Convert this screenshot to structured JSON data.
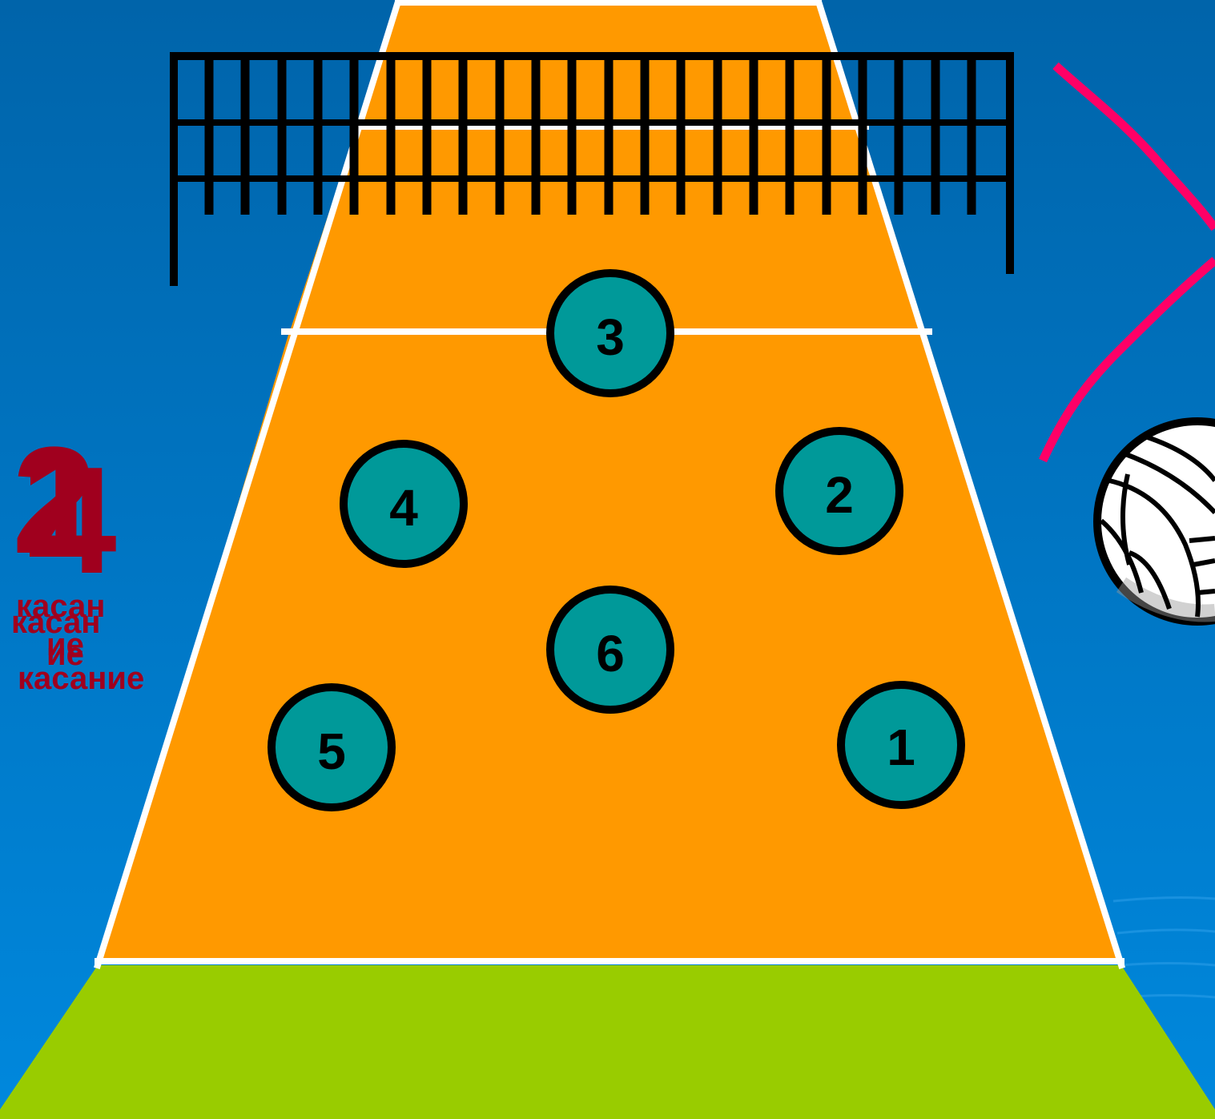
{
  "colors": {
    "background_top": "#0064aa",
    "background_bottom": "#0088dd",
    "court": "#ff9900",
    "court_lines": "#ffffff",
    "out_zone": "#99cc00",
    "net": "#000000",
    "player_fill": "#009999",
    "trajectory": "#ff0066",
    "touch_text": "#a0001e"
  },
  "players": [
    {
      "number": "1"
    },
    {
      "number": "2"
    },
    {
      "number": "3"
    },
    {
      "number": "4"
    },
    {
      "number": "5"
    },
    {
      "number": "6"
    }
  ],
  "touch_counter": {
    "digits": [
      "2",
      "1",
      "4"
    ],
    "word_fragments": [
      "касан",
      "касан",
      "ие",
      "ие"
    ],
    "label": "касание"
  }
}
